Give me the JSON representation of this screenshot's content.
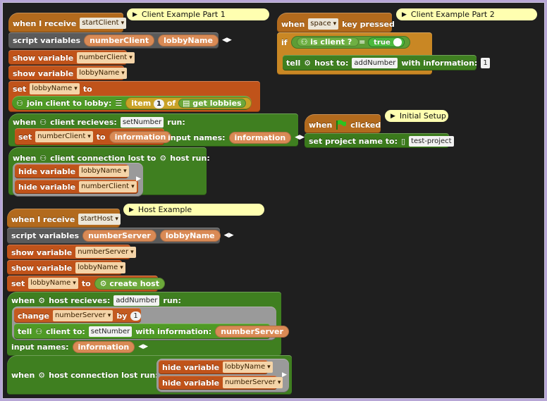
{
  "comments": {
    "client1": "Client Example Part 1",
    "client2": "Client Example Part 2",
    "initial": "Initial Setup",
    "host": "Host Example"
  },
  "client1": {
    "when_receive": "when I receive",
    "message": "startClient",
    "script_variables": "script variables",
    "var_a": "numberClient",
    "var_b": "lobbyName",
    "show_variable": "show variable",
    "show_a": "numberClient",
    "show_b": "lobbyName",
    "set": "set",
    "set_var": "lobbyName",
    "to": "to",
    "join_text": "join client to lobby:",
    "item": "item",
    "item_index": "1",
    "of": "of",
    "get_lobbies": "get lobbies",
    "when_client_receives": "when",
    "client_receives_text": "client recieves:",
    "receive_msg": "setNumber",
    "run": "run:",
    "set2": "set",
    "set2_var": "numberClient",
    "to2": "to",
    "information": "information",
    "input_names": "input names:",
    "input_name_val": "information",
    "when_lost": "when",
    "lost_text": "client connection lost to",
    "host_run": "host run:",
    "hide_variable": "hide variable",
    "hide_a": "lobbyName",
    "hide_b": "numberClient"
  },
  "client2": {
    "when": "when",
    "key": "space",
    "key_pressed": "key pressed",
    "if": "if",
    "is_client": "is client ?",
    "equals": "=",
    "true_label": "true",
    "tell": "tell",
    "host_to": "host to:",
    "msg": "addNumber",
    "with_information": "with information:",
    "info_val": "1"
  },
  "initial": {
    "when": "when",
    "clicked": "clicked",
    "set_project_name": "set project name to:",
    "project_name": "test-project"
  },
  "host": {
    "when_receive": "when I receive",
    "message": "startHost",
    "script_variables": "script variables",
    "var_a": "numberServer",
    "var_b": "lobbyName",
    "show_variable": "show variable",
    "show_a": "numberServer",
    "show_b": "lobbyName",
    "set": "set",
    "set_var": "lobbyName",
    "to": "to",
    "create_host": "create host",
    "when": "when",
    "host_receives": "host recieves:",
    "receive_msg": "addNumber",
    "run": "run:",
    "change": "change",
    "change_var": "numberServer",
    "by": "by",
    "by_val": "1",
    "tell": "tell",
    "client_to": "client to:",
    "tell_msg": "setNumber",
    "with_information": "with information:",
    "tell_info": "numberServer",
    "input_names": "input names:",
    "input_name_val": "information",
    "when_lost": "when",
    "lost_text": "host connection lost run:",
    "hide_variable": "hide variable",
    "hide_a": "lobbyName",
    "hide_b": "numberServer"
  }
}
